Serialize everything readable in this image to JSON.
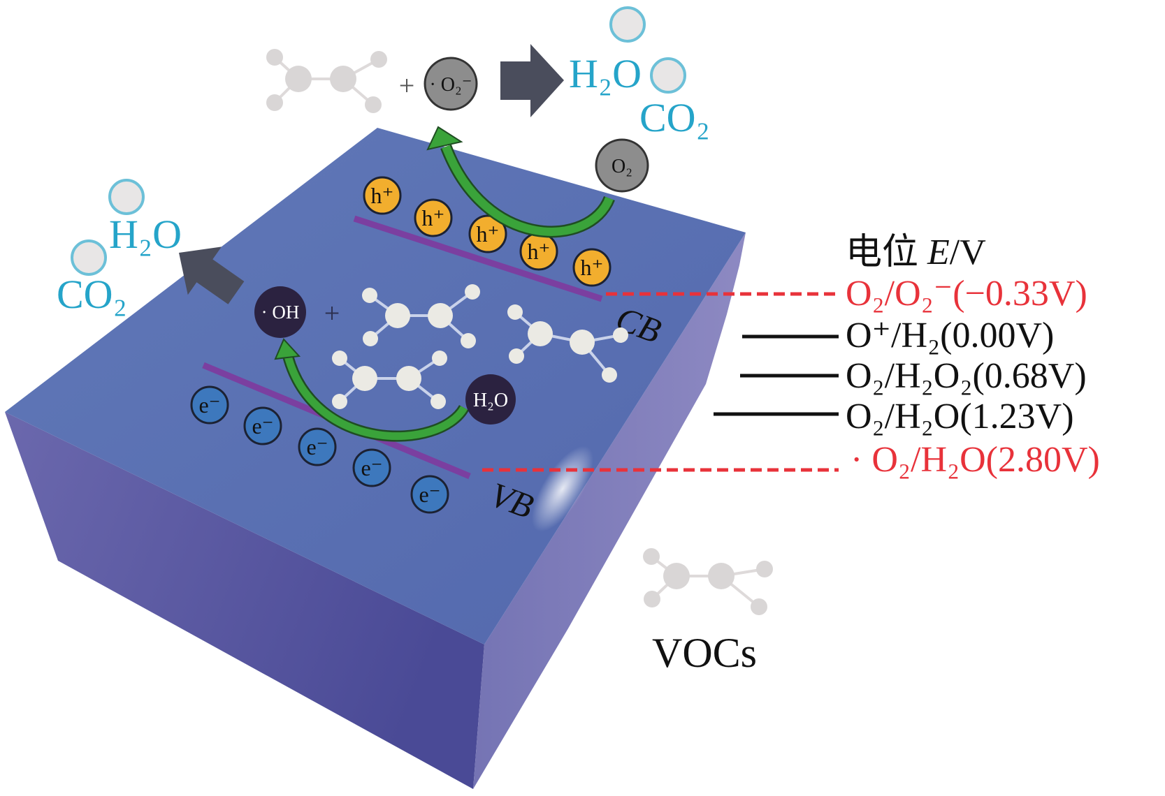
{
  "axis_title": {
    "prefix": "电位 ",
    "var": "E",
    "unit": "/V"
  },
  "potentials": [
    {
      "label": "O₂/O₂⁻(−0.33V)",
      "color": "#e8323a",
      "style": "dashed"
    },
    {
      "label": "O⁺/H₂(0.00V)",
      "color": "#111111",
      "style": "solid"
    },
    {
      "label": "O₂/H₂O₂(0.68V)",
      "color": "#111111",
      "style": "solid"
    },
    {
      "label": "O₂/H₂O(1.23V)",
      "color": "#111111",
      "style": "solid"
    },
    {
      "label": "· O₂/H₂O(2.80V)",
      "color": "#e8323a",
      "style": "dashed"
    }
  ],
  "bands": {
    "cb": "CB",
    "vb": "VB"
  },
  "holes": [
    "h⁺",
    "h⁺",
    "h⁺",
    "h⁺",
    "h⁺"
  ],
  "electrons": [
    "e⁻",
    "e⁻",
    "e⁻",
    "e⁻",
    "e⁻"
  ],
  "species": {
    "hydroxyl_radical": "· OH",
    "water": "H₂O",
    "oxygen": "O₂",
    "superoxide": "· O₂⁻",
    "plus": "+"
  },
  "products_top": {
    "h2o": "H₂O",
    "co2": "CO₂"
  },
  "products_left": {
    "h2o": "H₂O",
    "co2": "CO₂"
  },
  "vocs_label": "VOCs",
  "colors": {
    "cyan": "#25a4c9",
    "red": "#e8323a",
    "hole": "#f2ae2e",
    "electron": "#3d78bd",
    "band": "#7b3fa0",
    "arrow_green": "#3aa33a"
  }
}
